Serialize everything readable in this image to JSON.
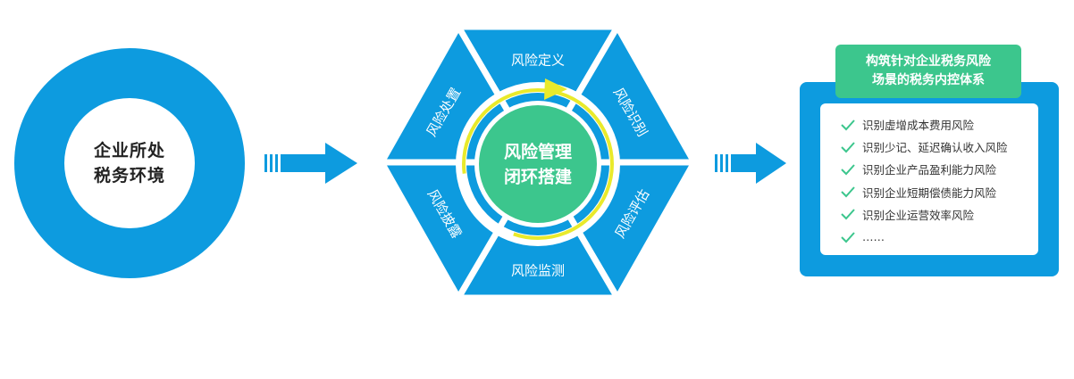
{
  "environment": {
    "line1": "企业所处",
    "line2": "税务环境"
  },
  "cycle": {
    "center_line1": "风险管理",
    "center_line2": "闭环搭建",
    "segments": {
      "top": "风险定义",
      "upper_right": "风险识别",
      "lower_right": "风险评估",
      "bottom": "风险监测",
      "lower_left": "风险披露",
      "upper_left": "风险处置"
    }
  },
  "goal": {
    "title_line1": "构筑针对企业税务风险",
    "title_line2": "场景的税务内控体系",
    "items": [
      "识别虚增成本费用风险",
      "识别少记、延迟确认收入风险",
      "识别企业产品盈利能力风险",
      "识别企业短期偿债能力风险",
      "识别企业运营效率风险",
      "……"
    ]
  },
  "colors": {
    "blue": "#0d9bdf",
    "green": "#3cc68d",
    "yellow": "#e9ea2b",
    "check": "#3cc68d"
  }
}
